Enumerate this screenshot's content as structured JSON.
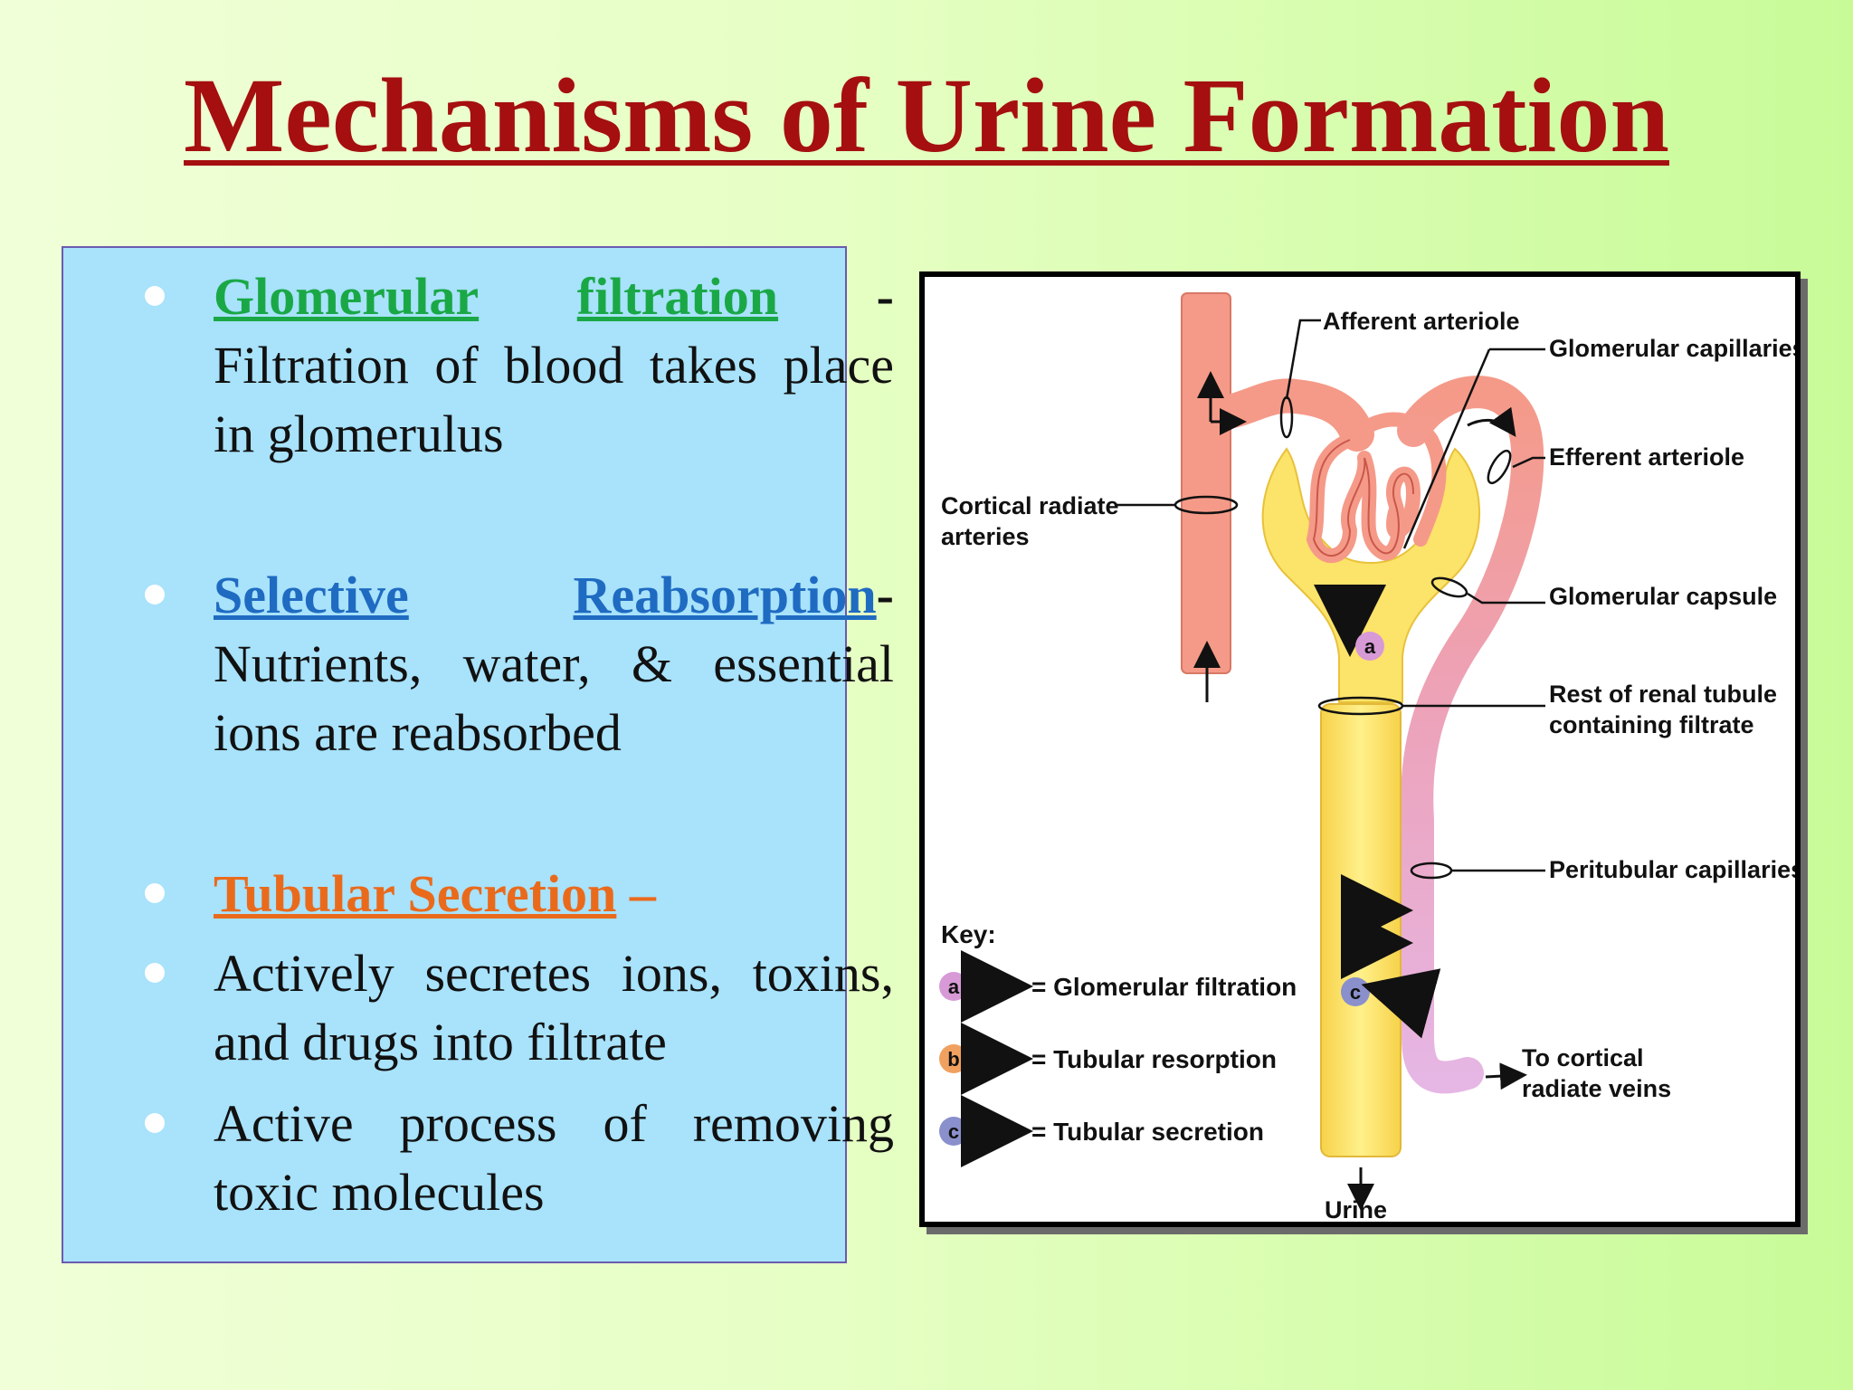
{
  "title": "Mechanisms of Urine Formation",
  "points": [
    {
      "heading": "Glomerular filtration",
      "heading_words": [
        "Glomerular",
        "filtration"
      ],
      "separator": "-",
      "body": "Filtration of blood takes place in glomerulus"
    },
    {
      "heading": "Selective Reabsorption",
      "heading_words": [
        "Selective",
        "Reabsorption"
      ],
      "separator": "-",
      "body": "Nutrients, water, & essential ions are reabsorbed"
    },
    {
      "heading": "Tubular Secretion",
      "separator": "–"
    },
    {
      "body": "Actively secretes ions, toxins, and drugs into filtrate"
    },
    {
      "body": "Active process of removing toxic molecules"
    }
  ],
  "diagram": {
    "labels": {
      "afferent": "Afferent arteriole",
      "glom_capillaries": "Glomerular capillaries",
      "efferent": "Efferent arteriole",
      "cortical_arteries_1": "Cortical radiate",
      "cortical_arteries_2": "arteries",
      "capsule": "Glomerular capsule",
      "rest_tubule_1": "Rest of renal tubule",
      "rest_tubule_2": "containing filtrate",
      "peritubular": "Peritubular capillaries",
      "veins_1": "To cortical",
      "veins_2": "radiate veins",
      "urine": "Urine"
    },
    "key": {
      "title": "Key:",
      "items": [
        {
          "letter": "a",
          "label": "= Glomerular filtration",
          "color": "#8b1a86",
          "circle": "#d79ad6"
        },
        {
          "letter": "b",
          "label": "= Tubular resorption",
          "color": "#e8671c",
          "circle": "#f0a160"
        },
        {
          "letter": "c",
          "label": "= Tubular secretion",
          "color": "#1e3a8e",
          "circle": "#8a90cc"
        }
      ]
    },
    "colors": {
      "artery": "#f59a88",
      "tubule": "#fce36a",
      "vein": "#e6b6e4"
    }
  }
}
